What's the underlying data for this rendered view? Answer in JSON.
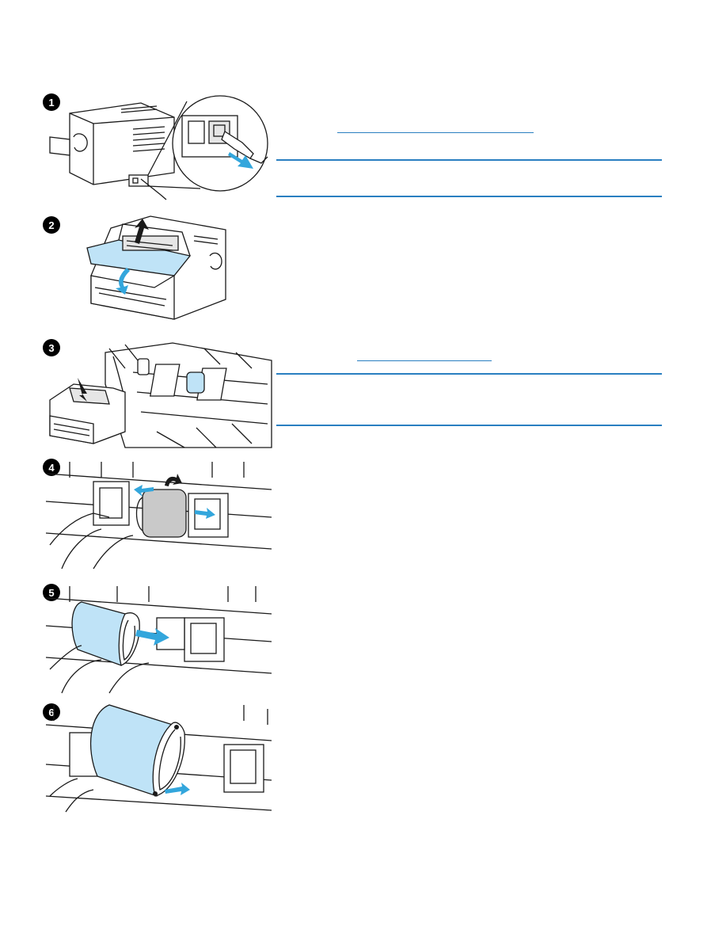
{
  "steps": [
    {
      "number": "1"
    },
    {
      "number": "2"
    },
    {
      "number": "3"
    },
    {
      "number": "4"
    },
    {
      "number": "5"
    },
    {
      "number": "6"
    }
  ],
  "colors": {
    "accent": "#2a7fc1",
    "highlight": "#bfe3f7",
    "arrow": "#33a6dc"
  },
  "icons": [
    "power-unplug-illustration",
    "open-door-illustration",
    "pickup-roller-location-illustration",
    "release-tabs-illustration",
    "insert-new-roller-illustration",
    "seat-roller-illustration"
  ]
}
